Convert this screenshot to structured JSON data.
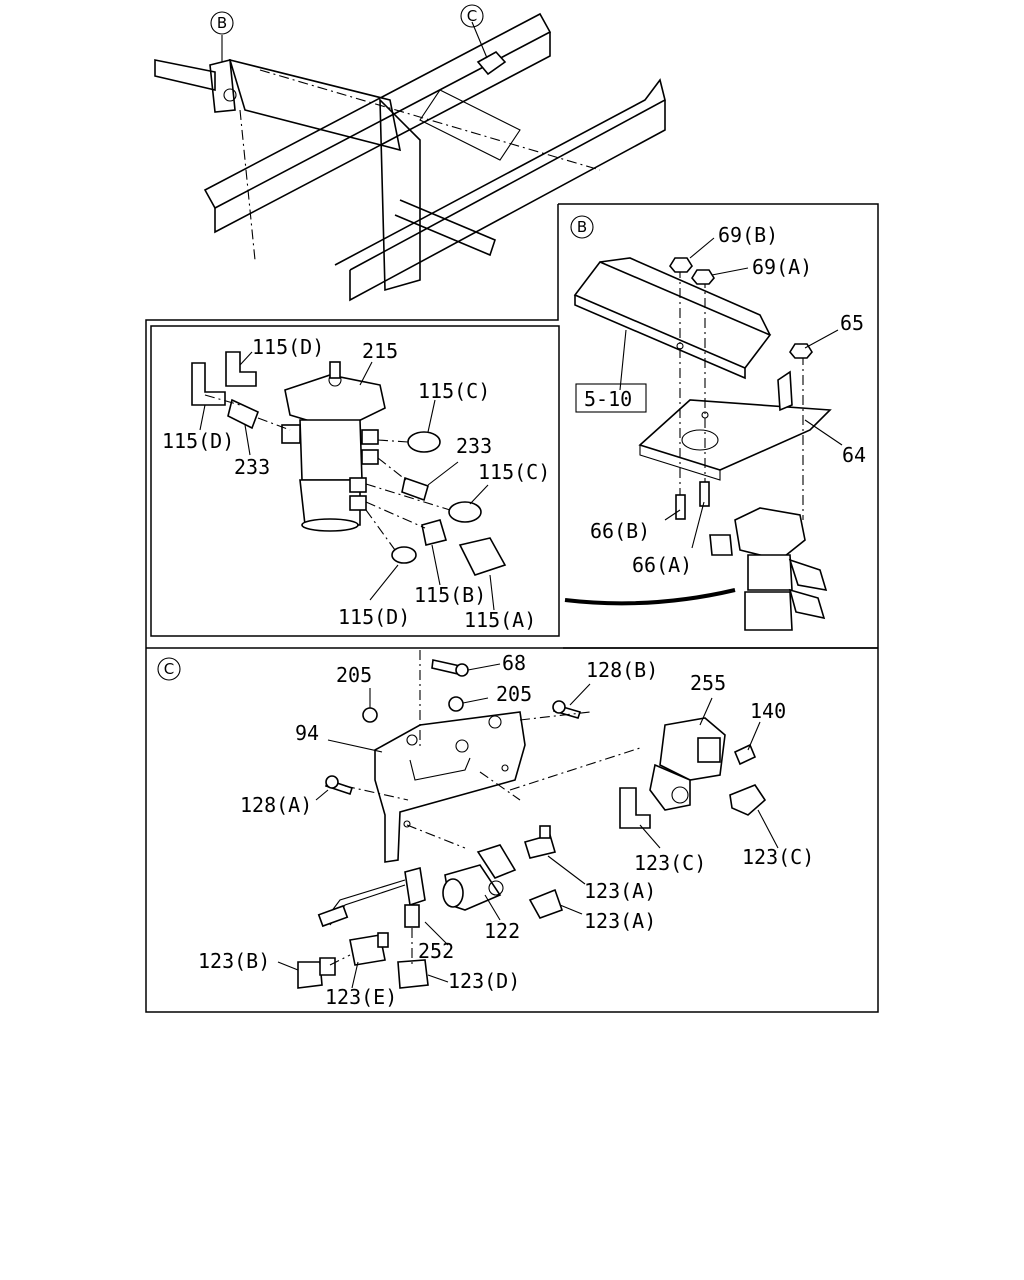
{
  "callouts": {
    "B": "B",
    "C": "C"
  },
  "labels": {
    "p69B": "69(B)",
    "p69A": "69(A)",
    "p65": "65",
    "p5_10": "5-10",
    "p64": "64",
    "p66B": "66(B)",
    "p66A": "66(A)",
    "p115D_top": "115(D)",
    "p215": "215",
    "p115C_1": "115(C)",
    "p115D_left": "115(D)",
    "p233_left": "233",
    "p233_right": "233",
    "p115C_2": "115(C)",
    "p115D_bottom": "115(D)",
    "p115B": "115(B)",
    "p115A": "115(A)",
    "p205_a": "205",
    "p68": "68",
    "p128B": "128(B)",
    "p255": "255",
    "p205_b": "205",
    "p140": "140",
    "p94": "94",
    "p128A": "128(A)",
    "p123C_1": "123(C)",
    "p123C_2": "123(C)",
    "p123A_1": "123(A)",
    "p123A_2": "123(A)",
    "p122": "122",
    "p252": "252",
    "p123B": "123(B)",
    "p123D": "123(D)",
    "p123E": "123(E)"
  }
}
